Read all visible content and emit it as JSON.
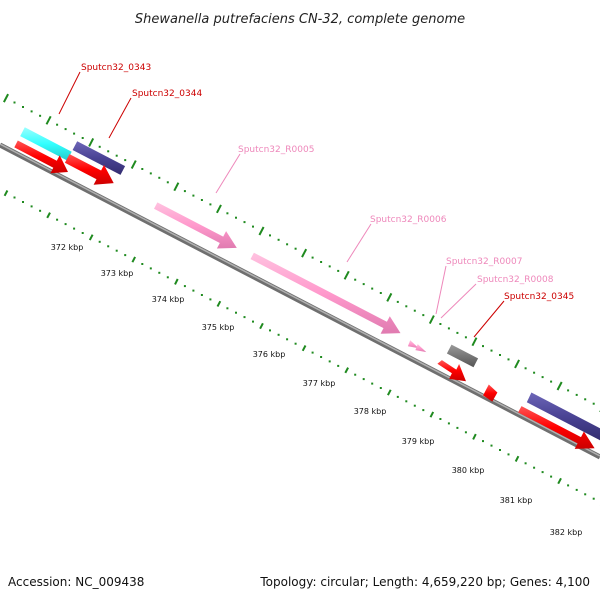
{
  "title": "Shewanella putrefaciens CN-32, complete genome",
  "footer": {
    "accession": "Accession: NC_009438",
    "summary": "Topology: circular; Length: 4,659,220 bp; Genes: 4,100"
  },
  "colors": {
    "backbone": "#8f8f8f",
    "tick_mark": "#1f8a1f",
    "cds_forward": "#ff0000",
    "cds_reverse_cyan": "#33ffff",
    "cds_reverse_navy": "#4a4394",
    "rna": "#ff99cc",
    "pseudo": "#777777",
    "label_cds": "#cc0000",
    "label_rna": "#ee88bb"
  },
  "scale_labels": [
    "372 kbp",
    "373 kbp",
    "374 kbp",
    "375 kbp",
    "376 kbp",
    "377 kbp",
    "378 kbp",
    "379 kbp",
    "380 kbp",
    "381 kbp",
    "382 kbp"
  ],
  "gene_labels": [
    {
      "text": "Sputcn32_0343",
      "kind": "cds"
    },
    {
      "text": "Sputcn32_0344",
      "kind": "cds"
    },
    {
      "text": "Sputcn32_R0005",
      "kind": "rna"
    },
    {
      "text": "Sputcn32_R0006",
      "kind": "rna"
    },
    {
      "text": "Sputcn32_R0007",
      "kind": "rna"
    },
    {
      "text": "Sputcn32_R0008",
      "kind": "rna"
    },
    {
      "text": "Sputcn32_0345",
      "kind": "cds"
    }
  ]
}
